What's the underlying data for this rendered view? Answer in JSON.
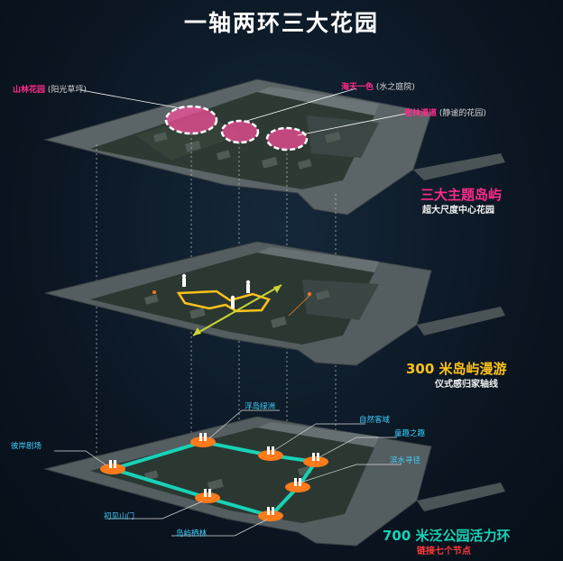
{
  "title": "一轴两环三大花园",
  "layer1": {
    "gardens": [
      {
        "name": "山林花园",
        "note": "(阳光草坪)"
      },
      {
        "name": "海天一色",
        "note": "(水之庭院)"
      },
      {
        "name": "密林漫道",
        "note": "(静谧的花园)"
      }
    ],
    "heading": "三大主题岛屿",
    "subheading": "超大尺度中心花园"
  },
  "layer2": {
    "heading": "300 米岛屿漫游",
    "subheading": "仪式感归家轴线"
  },
  "layer3": {
    "nodes": [
      "浮岛绿洲",
      "自然客域",
      "童趣之趣",
      "滨水寻径",
      "岛屿栖林",
      "初见山门",
      "彼岸剧场"
    ],
    "heading": "700 米泛公园活力环",
    "subheading": "链接七个节点"
  },
  "colors": {
    "pink": "#ff2b8c",
    "gold": "#ffc21a",
    "teal": "#17d2b6",
    "orange": "#ff7a1a",
    "cyan": "#3fd0ff"
  }
}
